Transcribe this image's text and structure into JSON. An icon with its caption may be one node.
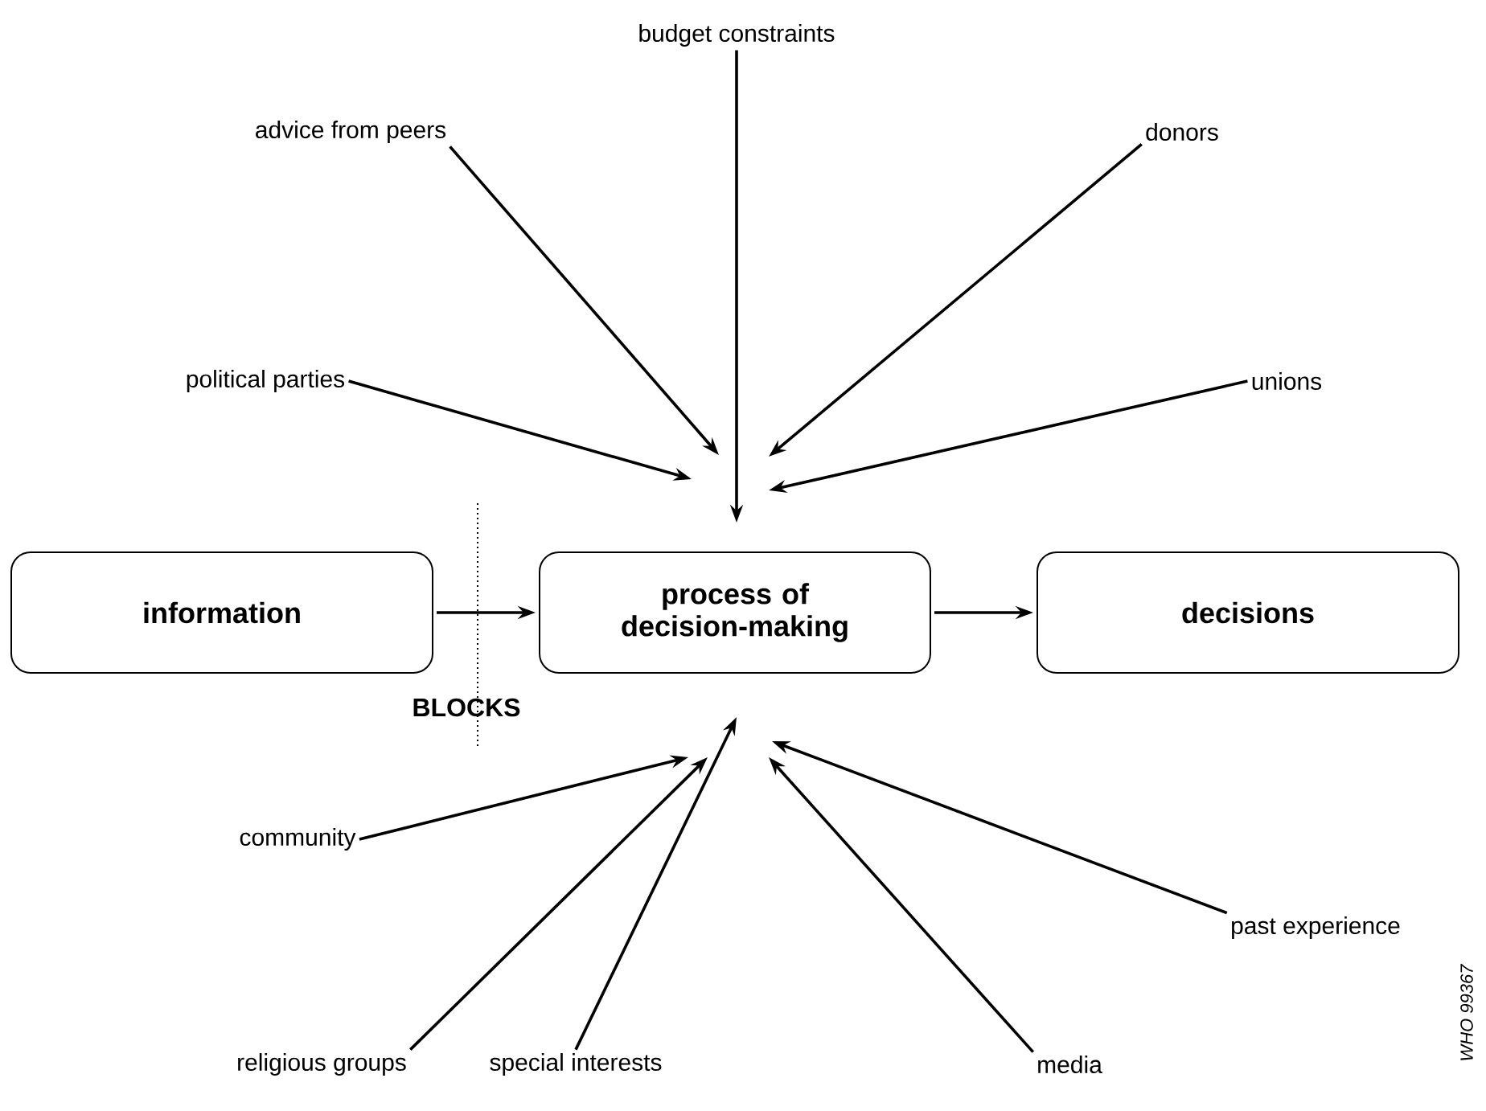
{
  "diagram": {
    "nodes": [
      {
        "text": [
          "information"
        ]
      },
      {
        "text": [
          "process of decision-making"
        ]
      },
      {
        "text": [
          "decisions"
        ]
      },
      {
        "text": [
          "budget constraints"
        ]
      },
      {
        "text": [
          "advice from peers"
        ]
      },
      {
        "text": [
          "donors"
        ]
      },
      {
        "text": [
          "political parties"
        ]
      },
      {
        "text": [
          "unions"
        ]
      },
      {
        "text": [
          "community"
        ]
      },
      {
        "text": [
          "past experience"
        ]
      },
      {
        "text": [
          "religious groups"
        ]
      },
      {
        "text": [
          "special interests"
        ]
      },
      {
        "text": [
          "media"
        ]
      }
    ],
    "edges": [
      {
        "from": 0,
        "to": 1,
        "arrow": "to"
      },
      {
        "from": 1,
        "to": 2,
        "arrow": "to"
      },
      {
        "from": 3,
        "to": 1,
        "arrow": "to"
      },
      {
        "from": 4,
        "to": 1,
        "arrow": "to"
      },
      {
        "from": 5,
        "to": 1,
        "arrow": "to"
      },
      {
        "from": 6,
        "to": 1,
        "arrow": "to"
      },
      {
        "from": 7,
        "to": 1,
        "arrow": "to"
      },
      {
        "from": 8,
        "to": 1,
        "arrow": "to"
      },
      {
        "from": 9,
        "to": 1,
        "arrow": "to"
      },
      {
        "from": 10,
        "to": 1,
        "arrow": "to"
      },
      {
        "from": 11,
        "to": 1,
        "arrow": "to"
      },
      {
        "from": 12,
        "to": 1,
        "arrow": "to"
      }
    ],
    "labels": [
      "BLOCKS",
      "WHO 99367"
    ]
  }
}
